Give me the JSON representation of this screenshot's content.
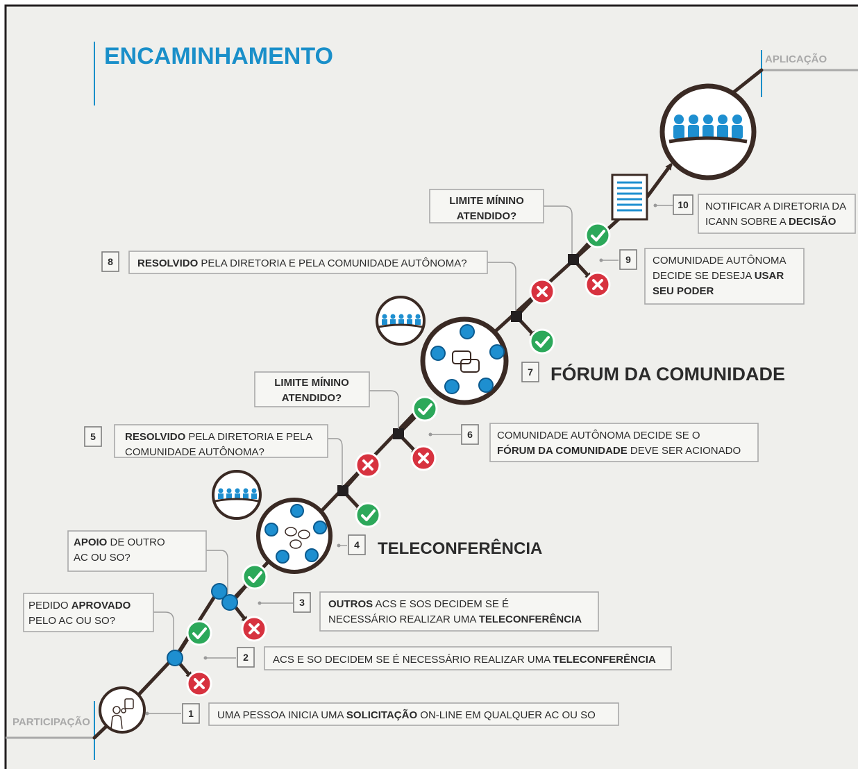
{
  "title": "ENCAMINHAMENTO",
  "axis": {
    "start": "PARTICIPAÇÃO",
    "end": "APLICAÇÃO"
  },
  "steps": [
    {
      "num": "1",
      "lines": [
        [
          {
            "t": "UMA PESSOA INICIA UMA ",
            "b": false
          },
          {
            "t": "SOLICITAÇÃO",
            "b": true
          },
          {
            "t": " ON-LINE EM QUALQUER AC OU SO",
            "b": false
          }
        ]
      ]
    },
    {
      "num": "2",
      "lines": [
        [
          {
            "t": "ACS E SO DECIDEM SE É NECESSÁRIO REALIZAR UMA ",
            "b": false
          },
          {
            "t": "TELECONFERÊNCIA",
            "b": true
          }
        ]
      ]
    },
    {
      "num": "3",
      "lines": [
        [
          {
            "t": "OUTROS",
            "b": true
          },
          {
            "t": " ACS E SOS DECIDEM SE É",
            "b": false
          }
        ],
        [
          {
            "t": "NECESSÁRIO REALIZAR UMA ",
            "b": false
          },
          {
            "t": "TELECONFERÊNCIA",
            "b": true
          }
        ]
      ]
    },
    {
      "num": "4",
      "big": "TELECONFERÊNCIA"
    },
    {
      "num": "5",
      "lines": [
        [
          {
            "t": "RESOLVIDO",
            "b": true
          },
          {
            "t": " PELA DIRETORIA E PELA",
            "b": false
          }
        ],
        [
          {
            "t": "COMUNIDADE AUTÔNOMA?",
            "b": false
          }
        ]
      ]
    },
    {
      "num": "6",
      "lines": [
        [
          {
            "t": "COMUNIDADE AUTÔNOMA DECIDE SE O",
            "b": false
          }
        ],
        [
          {
            "t": "FÓRUM DA COMUNIDADE",
            "b": true
          },
          {
            "t": " DEVE SER ACIONADO",
            "b": false
          }
        ]
      ]
    },
    {
      "num": "7",
      "big": "FÓRUM DA COMUNIDADE"
    },
    {
      "num": "8",
      "lines": [
        [
          {
            "t": "RESOLVIDO",
            "b": true
          },
          {
            "t": " PELA DIRETORIA E PELA COMUNIDADE AUTÔNOMA?",
            "b": false
          }
        ]
      ]
    },
    {
      "num": "9",
      "lines": [
        [
          {
            "t": "COMUNIDADE AUTÔNOMA",
            "b": false
          }
        ],
        [
          {
            "t": "DECIDE SE DESEJA ",
            "b": false
          },
          {
            "t": "USAR",
            "b": true
          }
        ],
        [
          {
            "t": "SEU PODER",
            "b": true
          }
        ]
      ]
    },
    {
      "num": "10",
      "lines": [
        [
          {
            "t": "NOTIFICAR A DIRETORIA DA",
            "b": false
          }
        ],
        [
          {
            "t": "ICANN SOBRE A ",
            "b": false
          },
          {
            "t": "DECISÃO",
            "b": true
          }
        ]
      ]
    }
  ],
  "questions": [
    {
      "lines": [
        [
          {
            "t": "PEDIDO ",
            "b": false
          },
          {
            "t": "APROVADO",
            "b": true
          }
        ],
        [
          {
            "t": "PELO AC OU SO?",
            "b": false
          }
        ]
      ]
    },
    {
      "lines": [
        [
          {
            "t": "APOIO",
            "b": true
          },
          {
            "t": " DE OUTRO",
            "b": false
          }
        ],
        [
          {
            "t": "AC OU SO?",
            "b": false
          }
        ]
      ]
    },
    {
      "lines": [
        [
          {
            "t": "LIMITE MÍNINO",
            "b": true
          }
        ],
        [
          {
            "t": "ATENDIDO?",
            "b": true
          }
        ]
      ]
    },
    {
      "lines": [
        [
          {
            "t": "LIMITE MÍNINO",
            "b": true
          }
        ],
        [
          {
            "t": "ATENDIDO?",
            "b": true
          }
        ]
      ]
    }
  ],
  "colors": {
    "title": "#1a8fc9",
    "accept": "#2ca85a",
    "reject": "#d7323f",
    "node": "#1e8fd0",
    "path": "#3a2a24"
  },
  "icons": {
    "accept": "check-icon",
    "reject": "x-icon",
    "people": "people-group-icon",
    "document": "document-icon",
    "person": "person-icon"
  }
}
